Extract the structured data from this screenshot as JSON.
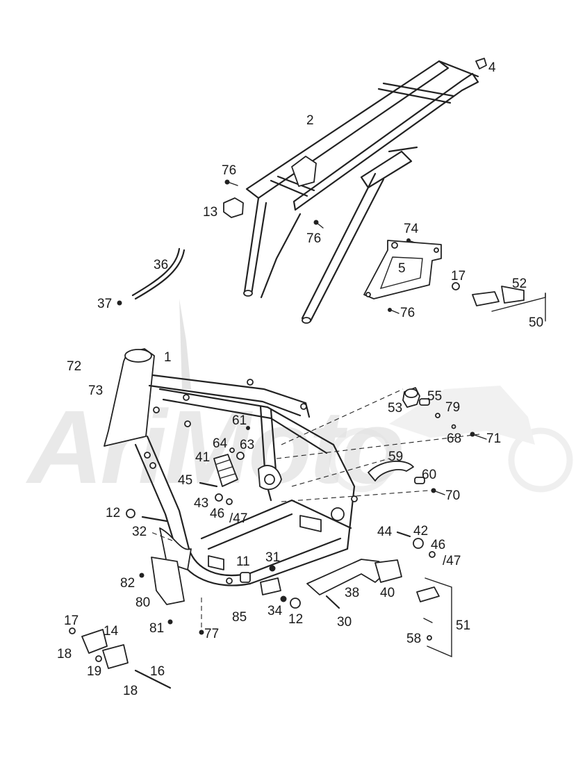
{
  "watermark": {
    "text": "AriMoto"
  },
  "callouts": [
    {
      "id": "c4",
      "label": "4"
    },
    {
      "id": "c2",
      "label": "2"
    },
    {
      "id": "c76a",
      "label": "76"
    },
    {
      "id": "c13",
      "label": "13"
    },
    {
      "id": "c76b",
      "label": "76"
    },
    {
      "id": "c74",
      "label": "74"
    },
    {
      "id": "c5",
      "label": "5"
    },
    {
      "id": "c17a",
      "label": "17"
    },
    {
      "id": "c52",
      "label": "52"
    },
    {
      "id": "c50",
      "label": "50"
    },
    {
      "id": "c76c",
      "label": "76"
    },
    {
      "id": "c36",
      "label": "36"
    },
    {
      "id": "c37",
      "label": "37"
    },
    {
      "id": "c1",
      "label": "1"
    },
    {
      "id": "c72",
      "label": "72"
    },
    {
      "id": "c73",
      "label": "73"
    },
    {
      "id": "c53",
      "label": "53"
    },
    {
      "id": "c55",
      "label": "55"
    },
    {
      "id": "c79",
      "label": "79"
    },
    {
      "id": "c61",
      "label": "61"
    },
    {
      "id": "c68",
      "label": "68"
    },
    {
      "id": "c71",
      "label": "71"
    },
    {
      "id": "c64",
      "label": "64"
    },
    {
      "id": "c63",
      "label": "63"
    },
    {
      "id": "c41",
      "label": "41"
    },
    {
      "id": "c59",
      "label": "59"
    },
    {
      "id": "c60",
      "label": "60"
    },
    {
      "id": "c45",
      "label": "45"
    },
    {
      "id": "c70",
      "label": "70"
    },
    {
      "id": "c43",
      "label": "43"
    },
    {
      "id": "c46a",
      "label": "46"
    },
    {
      "id": "c47a",
      "label": "/47"
    },
    {
      "id": "c12a",
      "label": "12"
    },
    {
      "id": "c32",
      "label": "32"
    },
    {
      "id": "c44",
      "label": "44"
    },
    {
      "id": "c42",
      "label": "42"
    },
    {
      "id": "c46b",
      "label": "46"
    },
    {
      "id": "c47b",
      "label": "/47"
    },
    {
      "id": "c11",
      "label": "11"
    },
    {
      "id": "c31",
      "label": "31"
    },
    {
      "id": "c82",
      "label": "82"
    },
    {
      "id": "c80",
      "label": "80"
    },
    {
      "id": "c38",
      "label": "38"
    },
    {
      "id": "c40",
      "label": "40"
    },
    {
      "id": "c85",
      "label": "85"
    },
    {
      "id": "c34",
      "label": "34"
    },
    {
      "id": "c12b",
      "label": "12"
    },
    {
      "id": "c30",
      "label": "30"
    },
    {
      "id": "c51",
      "label": "51"
    },
    {
      "id": "c81",
      "label": "81"
    },
    {
      "id": "c77",
      "label": "77"
    },
    {
      "id": "c17b",
      "label": "17"
    },
    {
      "id": "c14",
      "label": "14"
    },
    {
      "id": "c58",
      "label": "58"
    },
    {
      "id": "c18a",
      "label": "18"
    },
    {
      "id": "c19",
      "label": "19"
    },
    {
      "id": "c16",
      "label": "16"
    },
    {
      "id": "c18b",
      "label": "18"
    }
  ]
}
